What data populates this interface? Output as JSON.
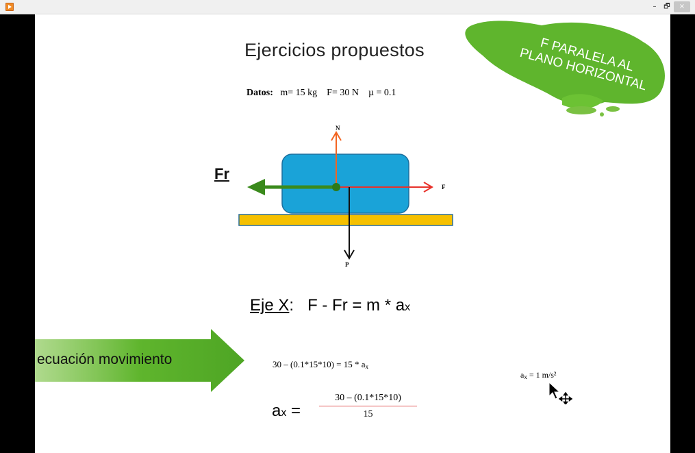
{
  "window": {
    "minimize": "–",
    "maximize": "🗗",
    "close": "×"
  },
  "slide": {
    "title": "Ejercicios propuestos",
    "datos_label": "Datos:",
    "datos_values": "m= 15 kg    F= 30 N    µ = 0.1",
    "labels": {
      "normal": "N",
      "force": "F",
      "weight": "P",
      "friction": "Fr"
    },
    "eje": {
      "label": "Eje X",
      "colon": ":",
      "equation": "F - Fr = m * a",
      "sub": "x"
    },
    "eq1": {
      "text": "30 – (0.1*15*10) = 15 * a",
      "sub": "x"
    },
    "ax": {
      "lhs": "a",
      "sub": "x",
      "eq": " = ",
      "numerator": "30 – (0.1*15*10)",
      "denominator": "15"
    },
    "result": {
      "a": "a",
      "sub": "x",
      "rest": " = 1 m/s²"
    },
    "arrow_label": "ecuación movimiento",
    "splash_lines": [
      "F PARALELA AL",
      "PLANO HORIZONTAL"
    ]
  },
  "colors": {
    "box": "#1aa3d8",
    "ground": "#f5c000",
    "green": "#3a9b18",
    "green_light": "#7ac142",
    "red_arrow": "#e8312a",
    "orange_arrow": "#f26522"
  }
}
